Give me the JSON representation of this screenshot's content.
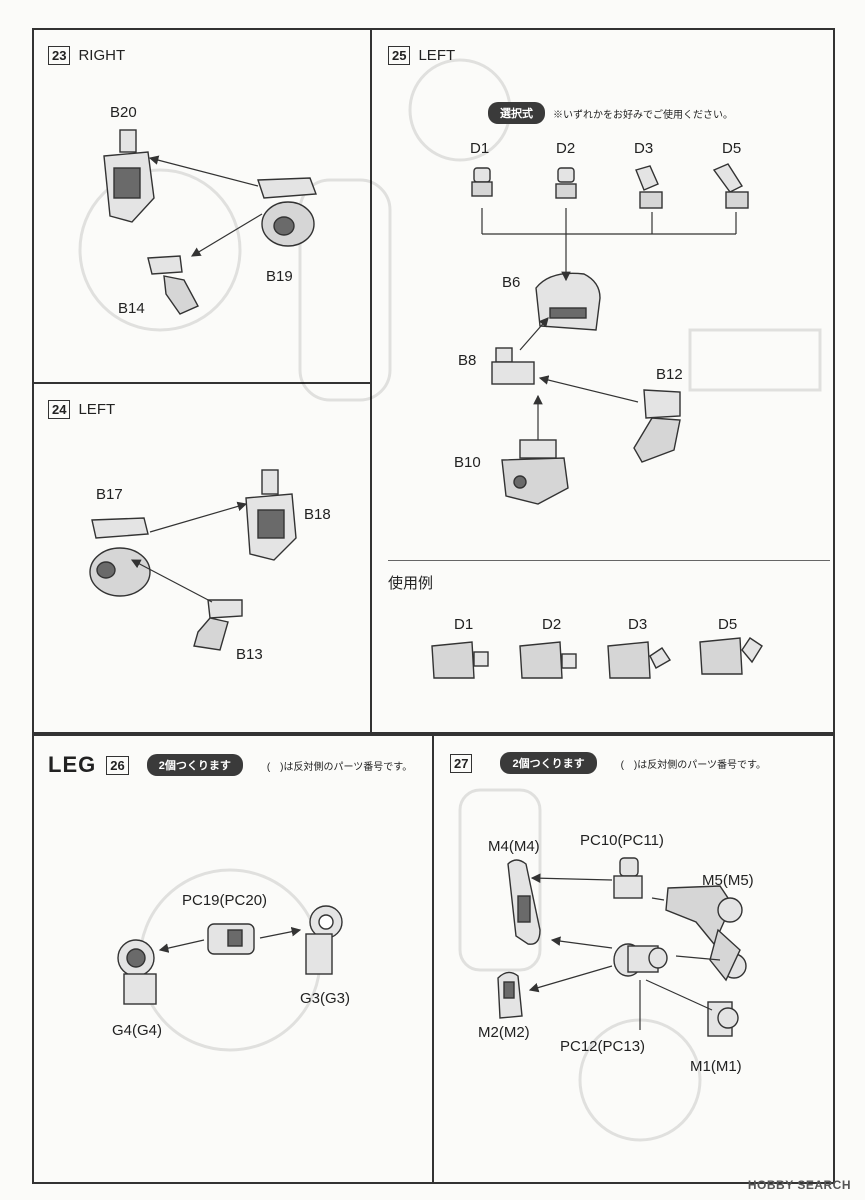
{
  "steps": {
    "s23": {
      "num": "23",
      "title": "RIGHT",
      "parts": {
        "b20": "B20",
        "b19": "B19",
        "b14": "B14"
      }
    },
    "s24": {
      "num": "24",
      "title": "LEFT",
      "parts": {
        "b17": "B17",
        "b18": "B18",
        "b13": "B13"
      }
    },
    "s25": {
      "num": "25",
      "title": "LEFT",
      "badge": "選択式",
      "note": "※いずれかをお好みでご使用ください。",
      "options": [
        "D1",
        "D2",
        "D3",
        "D5"
      ],
      "parts": {
        "b6": "B6",
        "b8": "B8",
        "b12": "B12",
        "b10": "B10"
      },
      "examples_title": "使用例",
      "examples": [
        "D1",
        "D2",
        "D3",
        "D5"
      ]
    },
    "s26": {
      "num": "26",
      "section": "LEG",
      "badge": "2個つくります",
      "note": "(　)は反対側のパーツ番号です。",
      "parts": {
        "pc19": "PC19(PC20)",
        "g3": "G3(G3)",
        "g4": "G4(G4)"
      }
    },
    "s27": {
      "num": "27",
      "badge": "2個つくります",
      "note": "(　)は反対側のパーツ番号です。",
      "parts": {
        "m4": "M4(M4)",
        "pc10": "PC10(PC11)",
        "m5": "M5(M5)",
        "m2": "M2(M2)",
        "pc12": "PC12(PC13)",
        "m1": "M1(M1)"
      }
    }
  },
  "watermark": "HOBBY SEARCH",
  "colors": {
    "line": "#333333",
    "part_fill": "#e4e4e4",
    "part_dark": "#6a6a6a",
    "badge": "#3a3a3a"
  }
}
